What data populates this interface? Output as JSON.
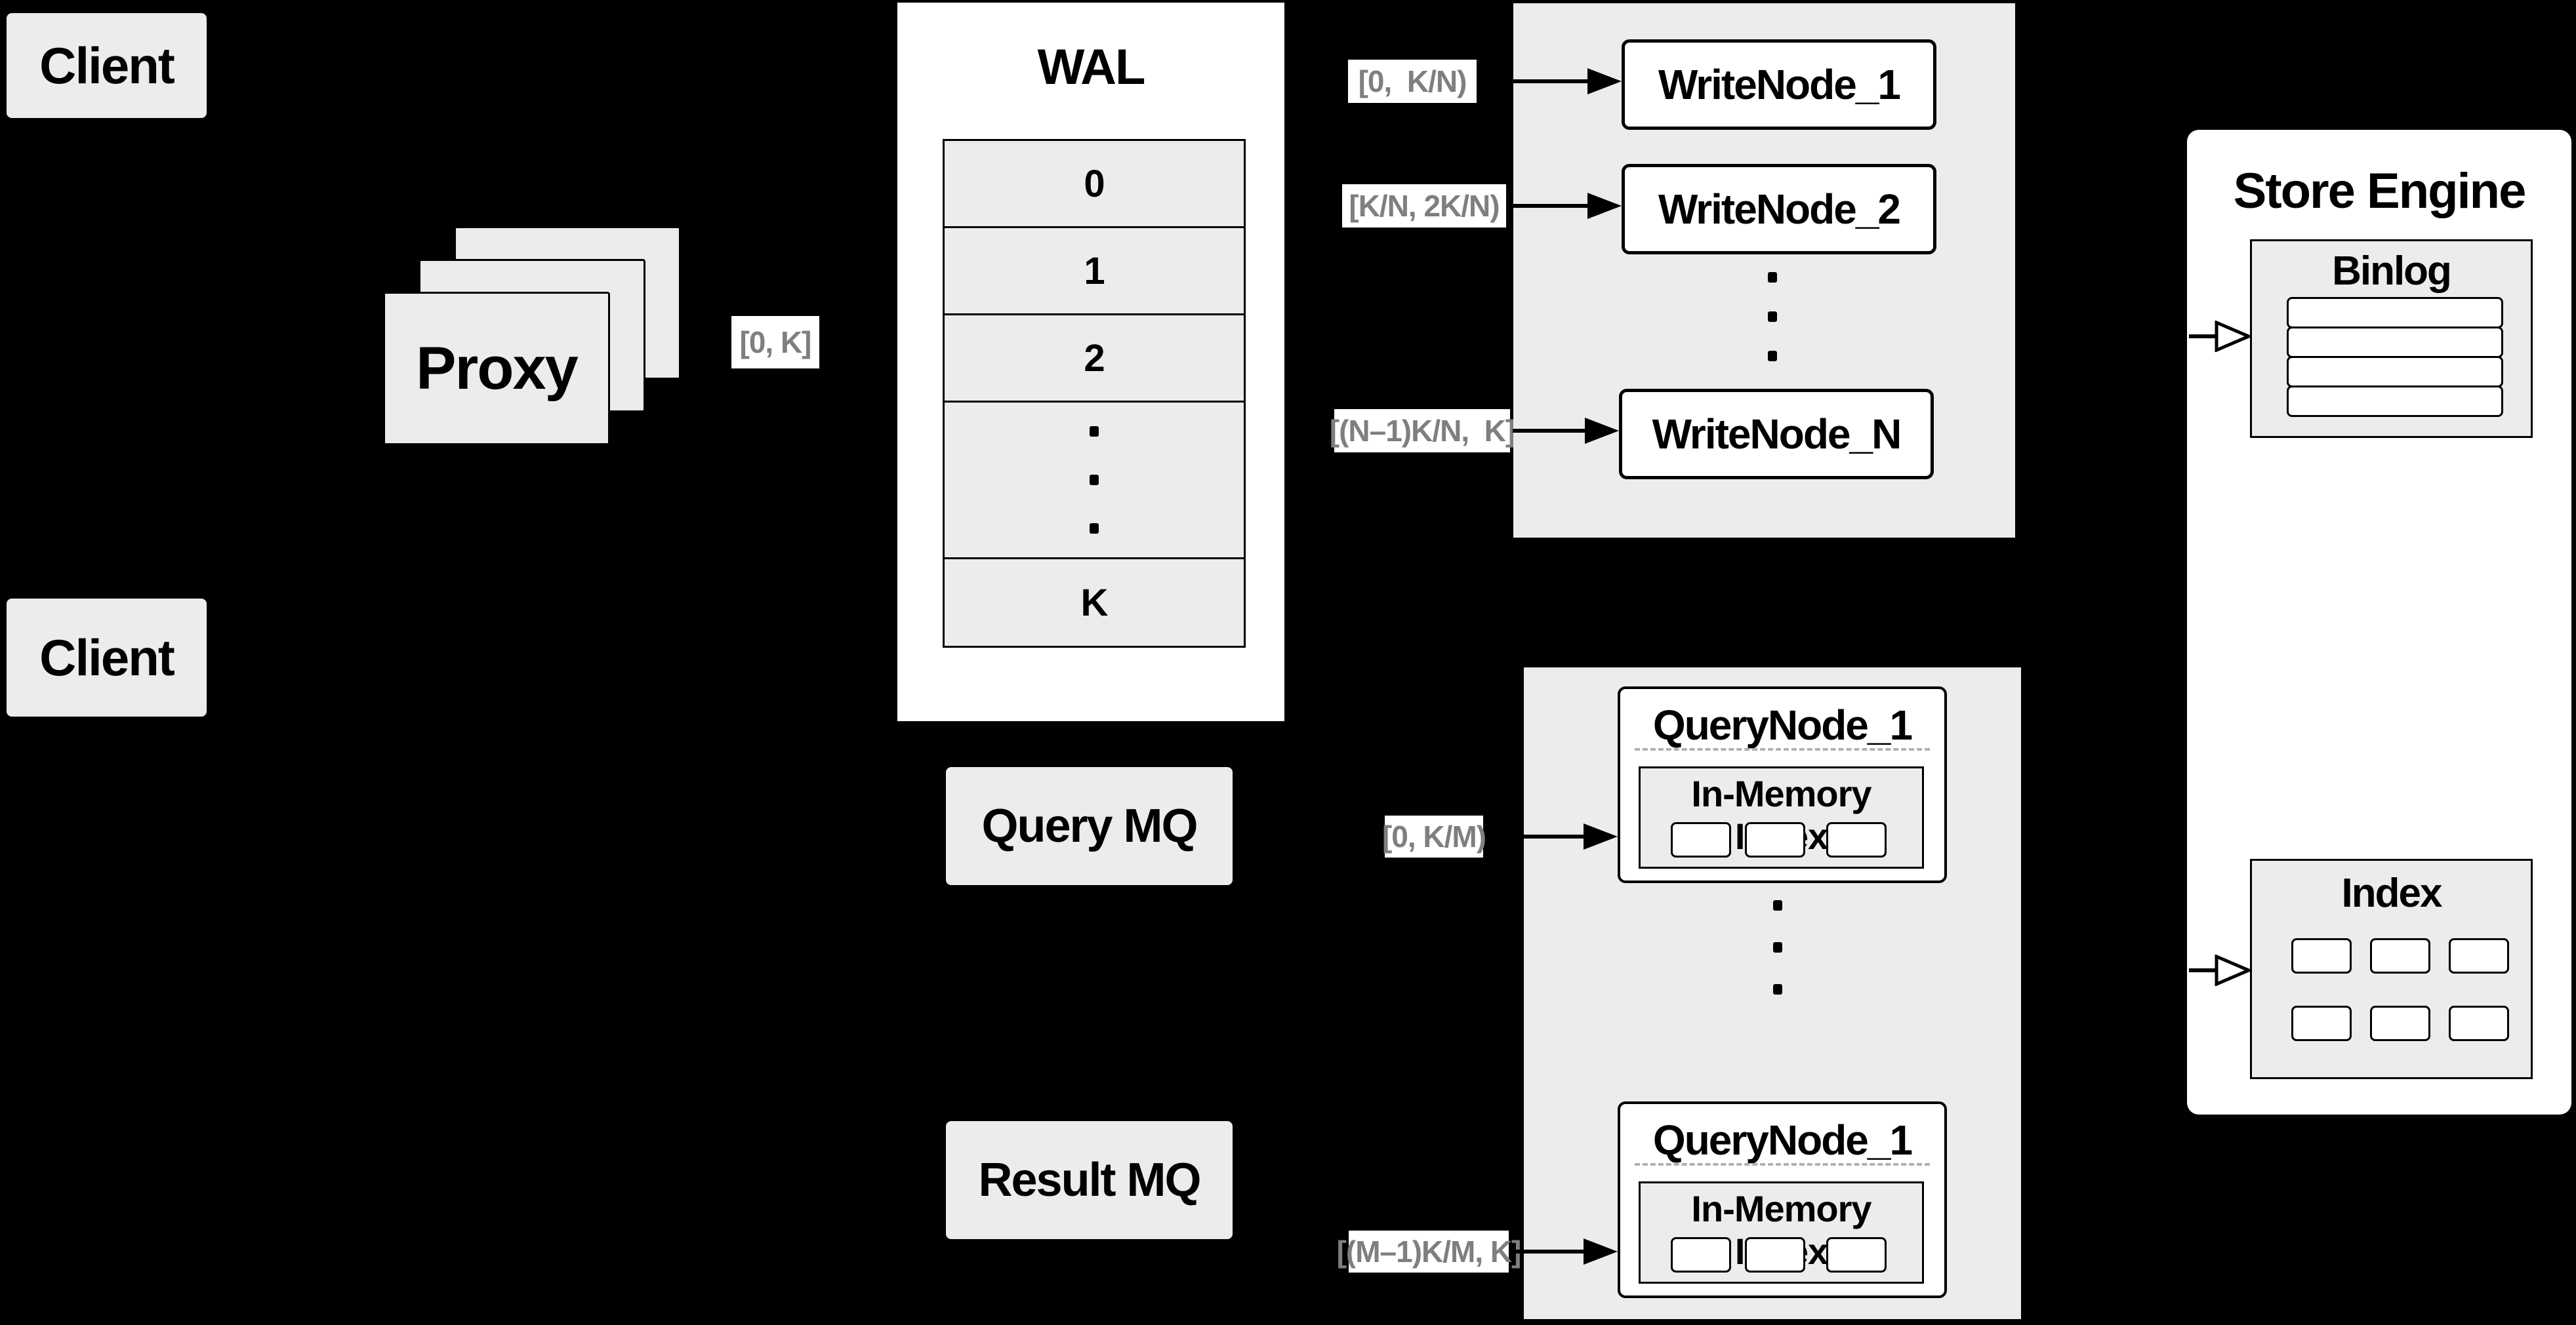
{
  "diagram": {
    "clients": {
      "top": "Client",
      "bottom": "Client"
    },
    "proxy": {
      "label": "Proxy"
    },
    "proxy_range_label": "[0, K]",
    "wal": {
      "title": "WAL",
      "rows": [
        "0",
        "1",
        "2",
        "K"
      ]
    },
    "write_section": {
      "range_labels": [
        "[0,  K/N)",
        "[K/N, 2K/N)",
        "[(N–1)K/N,  K]"
      ],
      "nodes": [
        "WriteNode_1",
        "WriteNode_2",
        "WriteNode_N"
      ]
    },
    "store_engine": {
      "title": "Store Engine",
      "binlog_title": "Binlog",
      "index_title": "Index"
    },
    "queues": {
      "query": "Query MQ",
      "result": "Result MQ"
    },
    "query_section": {
      "range_labels": [
        "[0, K/M)",
        "[(M–1)K/M, K]"
      ],
      "nodes": [
        {
          "title": "QueryNode_1",
          "inmem_title": "In-Memory Index"
        },
        {
          "title": "QueryNode_1",
          "inmem_title": "In-Memory Index"
        }
      ]
    },
    "colors": {
      "background": "#000000",
      "panel": "#ececec",
      "box_fill": "#ececec",
      "white": "#ffffff",
      "line": "#000000",
      "range_text": "#7f7f7f"
    }
  }
}
